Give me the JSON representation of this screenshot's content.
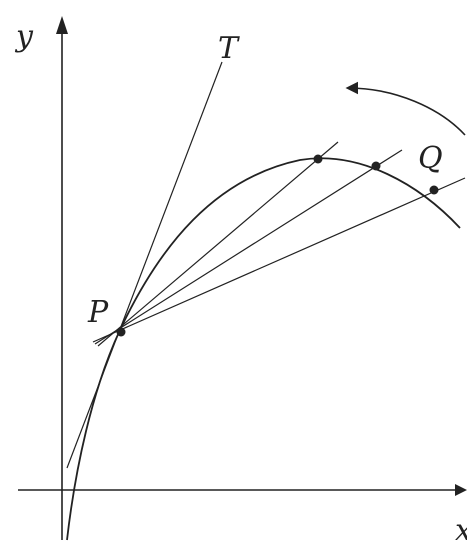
{
  "figure": {
    "labels": {
      "y_axis": "y",
      "x_axis": "x",
      "tangent": "T",
      "point_p": "P",
      "point_q": "Q"
    },
    "colors": {
      "ink": "#222222",
      "background": "#ffffff"
    }
  }
}
